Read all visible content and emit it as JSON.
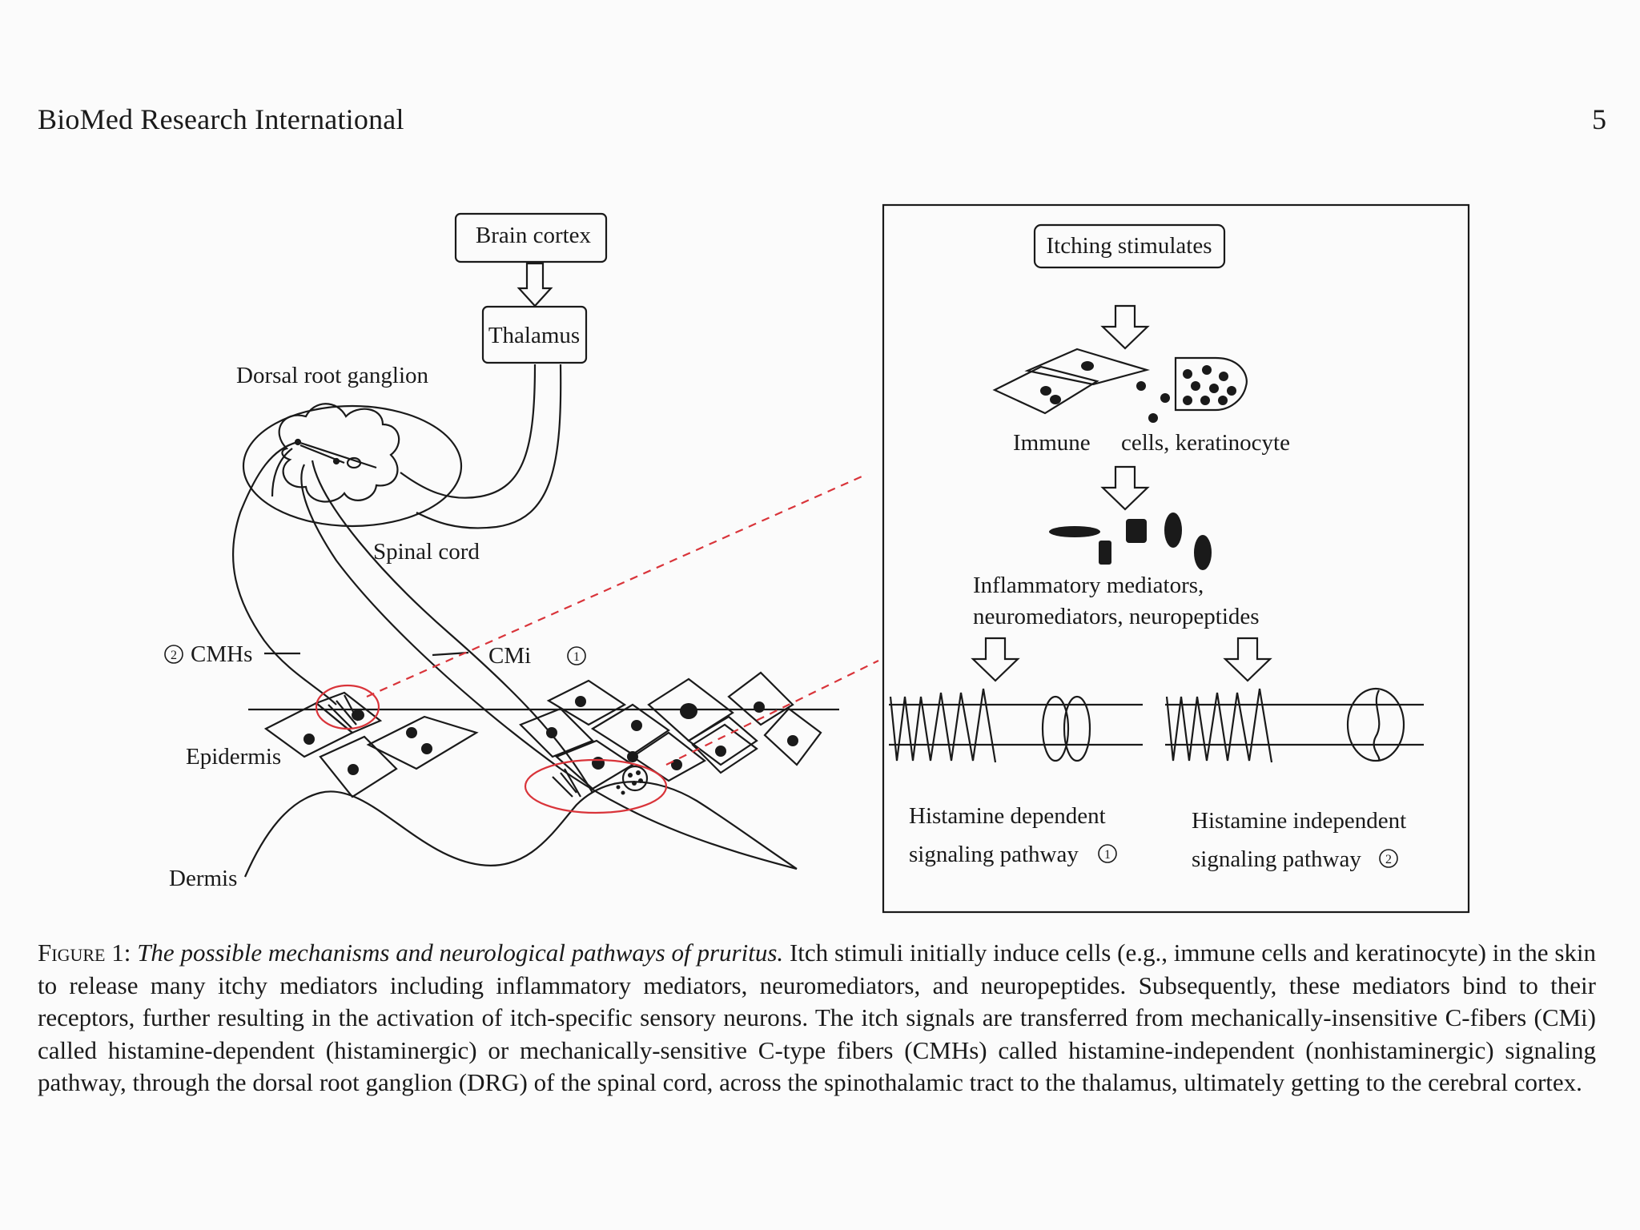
{
  "header": {
    "journal": "BioMed Research International",
    "page_number": "5"
  },
  "figure": {
    "labels": {
      "brain_cortex": "Brain cortex",
      "thalamus": "Thalamus",
      "drg": "Dorsal root ganglion",
      "spinal_cord": "Spinal cord",
      "cmhs": "CMHs",
      "cmi": "CMi",
      "epidermis": "Epidermis",
      "dermis": "Dermis",
      "num1": "1",
      "num2": "2"
    },
    "panel": {
      "itching": "Itching stimulates",
      "immune": "Immune",
      "cells": "cells, keratinocyte",
      "mediators_line1": "Inflammatory mediators,",
      "mediators_line2": "neuromediators, neuropeptides",
      "hd_line1": "Histamine dependent",
      "hd_line2": "signaling pathway",
      "hi_line1": "Histamine independent",
      "hi_line2": "signaling pathway"
    },
    "colors": {
      "highlight": "#d9343a",
      "ink": "#1a1a1a"
    }
  },
  "caption": {
    "label": "Figure 1:",
    "title": "The possible mechanisms and neurological pathways of pruritus.",
    "text": " Itch stimuli initially induce cells (e.g., immune cells and keratinocyte) in the skin to release many itchy mediators including inflammatory mediators, neuromediators, and neuropeptides. Subsequently, these mediators bind to their receptors, further resulting in the activation of itch-specific sensory neurons. The itch signals are transferred from mechanically-insensitive C-fibers (CMi) called histamine-dependent (histaminergic) or mechanically-sensitive C-type fibers (CMHs) called histamine-independent (nonhistaminergic) signaling pathway, through the dorsal root ganglion (DRG) of the spinal cord, across the spinothalamic tract to the thalamus, ultimately getting to the cerebral cortex."
  }
}
